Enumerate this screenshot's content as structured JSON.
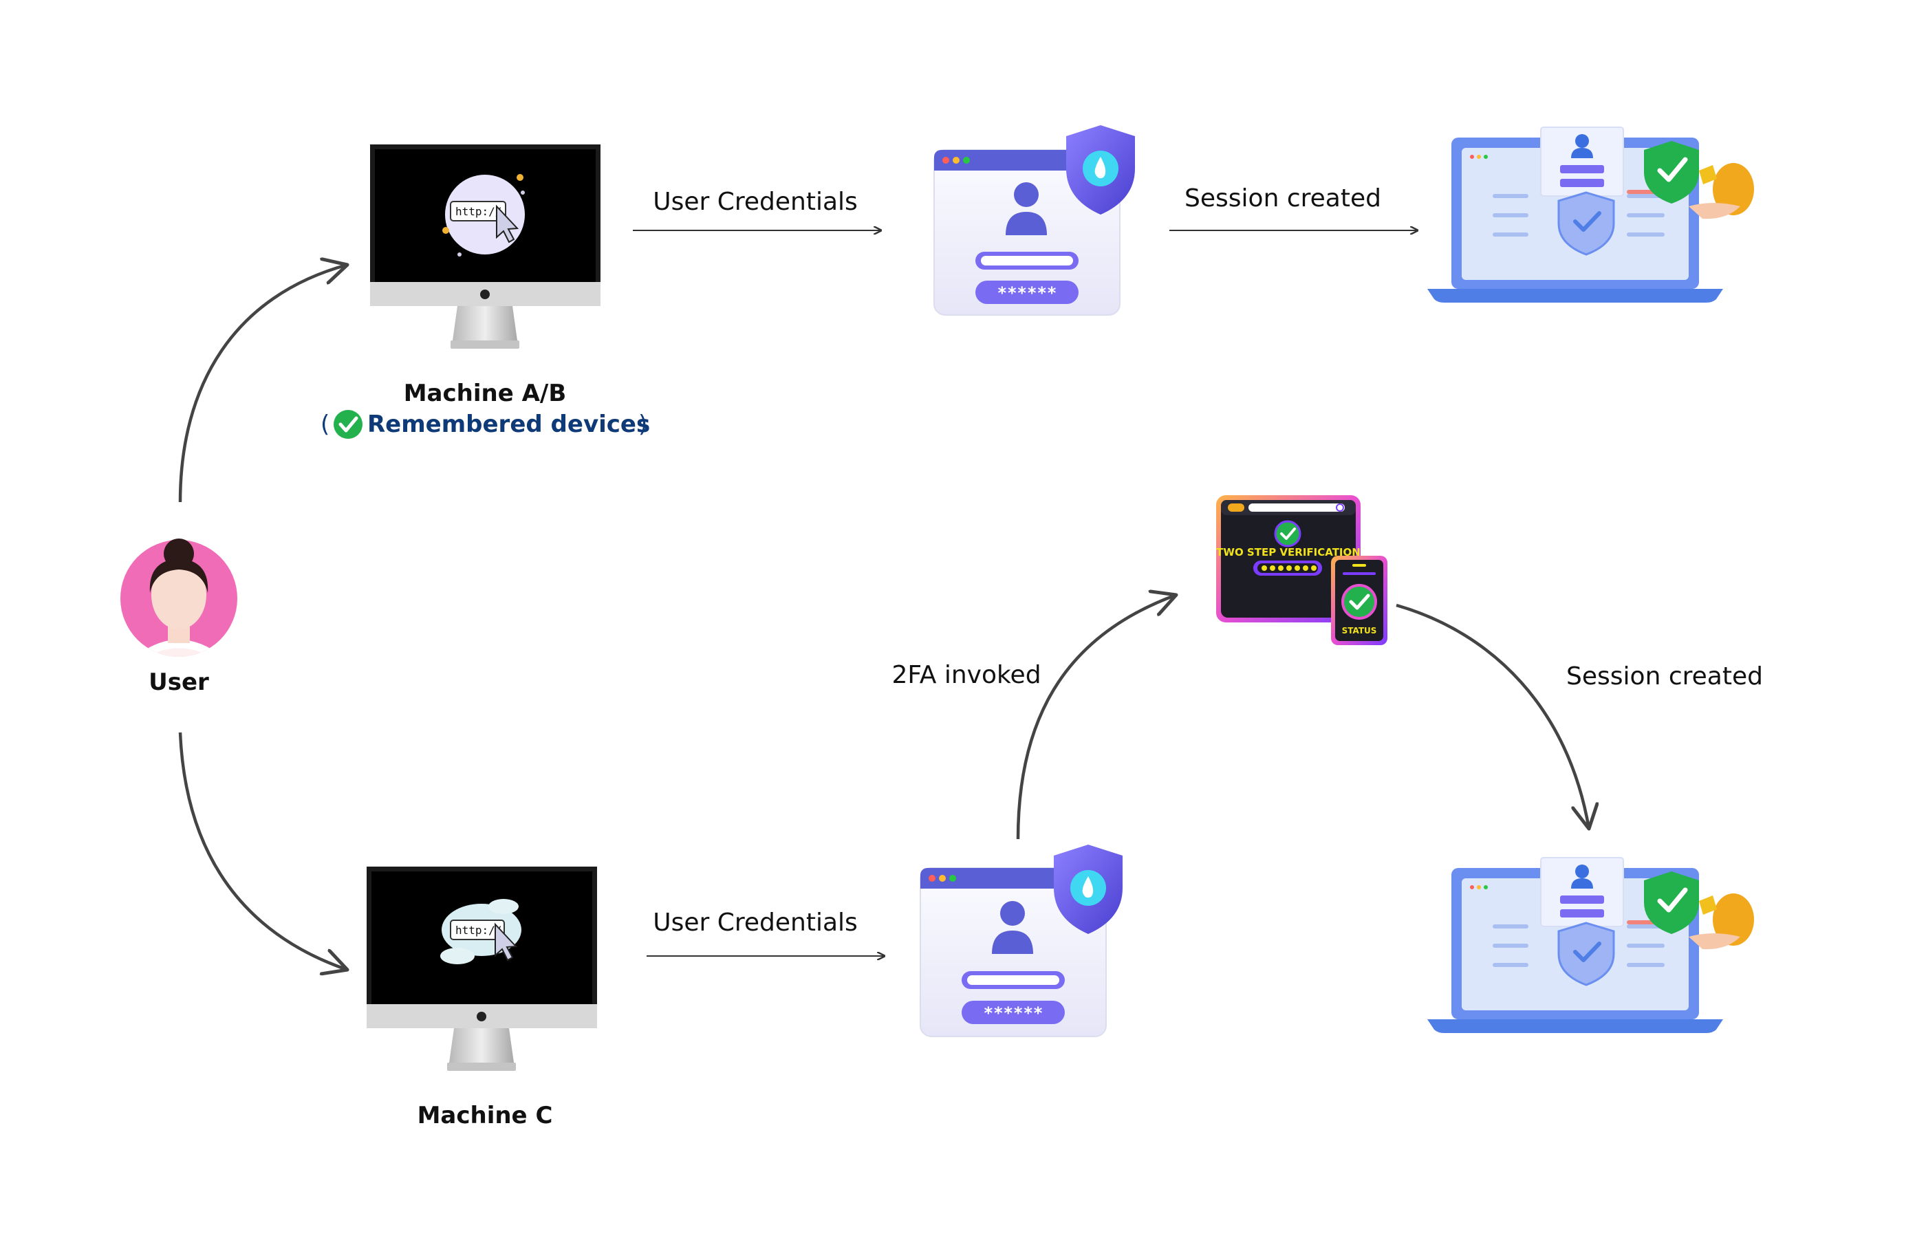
{
  "user": {
    "label": "User"
  },
  "machine_ab": {
    "label": "Machine A/B",
    "remembered_open": "(",
    "remembered_text": "Remembered devices",
    "remembered_close": ")"
  },
  "machine_c": {
    "label": "Machine C"
  },
  "edges": {
    "top_credentials": "User Credentials",
    "top_session": "Session created",
    "bottom_credentials": "User Credentials",
    "twofa": "2FA invoked",
    "bottom_session": "Session created"
  },
  "screens": {
    "url_text": "http://"
  },
  "twofa_card": {
    "title": "TWO STEP VERIFICATION",
    "status": "STATUS"
  },
  "login_card": {
    "password_mask": "******"
  },
  "colors": {
    "accent_purple": "#7a6cf2",
    "laptop_blue": "#4f7fe6",
    "check_green": "#22b14c",
    "remembered_blue": "#0e3a78",
    "avatar_pink": "#f06cb6"
  }
}
